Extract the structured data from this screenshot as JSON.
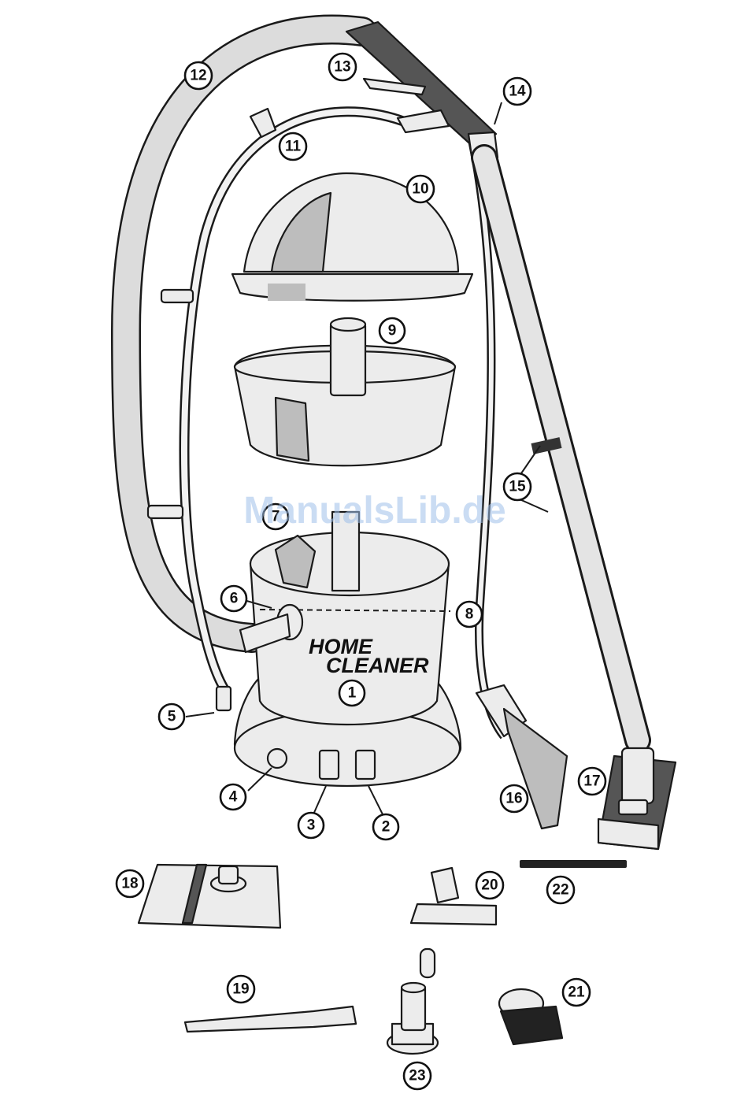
{
  "brand": {
    "line1": "HOME",
    "line2": "CLEANER"
  },
  "watermark": "ManualsLib.de",
  "callouts": [
    {
      "label": "1"
    },
    {
      "label": "2"
    },
    {
      "label": "3"
    },
    {
      "label": "4"
    },
    {
      "label": "5"
    },
    {
      "label": "6"
    },
    {
      "label": "7"
    },
    {
      "label": "8"
    },
    {
      "label": "9"
    },
    {
      "label": "10"
    },
    {
      "label": "11"
    },
    {
      "label": "12"
    },
    {
      "label": "13"
    },
    {
      "label": "14"
    },
    {
      "label": "15"
    },
    {
      "label": "16"
    },
    {
      "label": "17"
    },
    {
      "label": "18"
    },
    {
      "label": "19"
    },
    {
      "label": "20"
    },
    {
      "label": "21"
    },
    {
      "label": "22"
    },
    {
      "label": "23"
    }
  ]
}
